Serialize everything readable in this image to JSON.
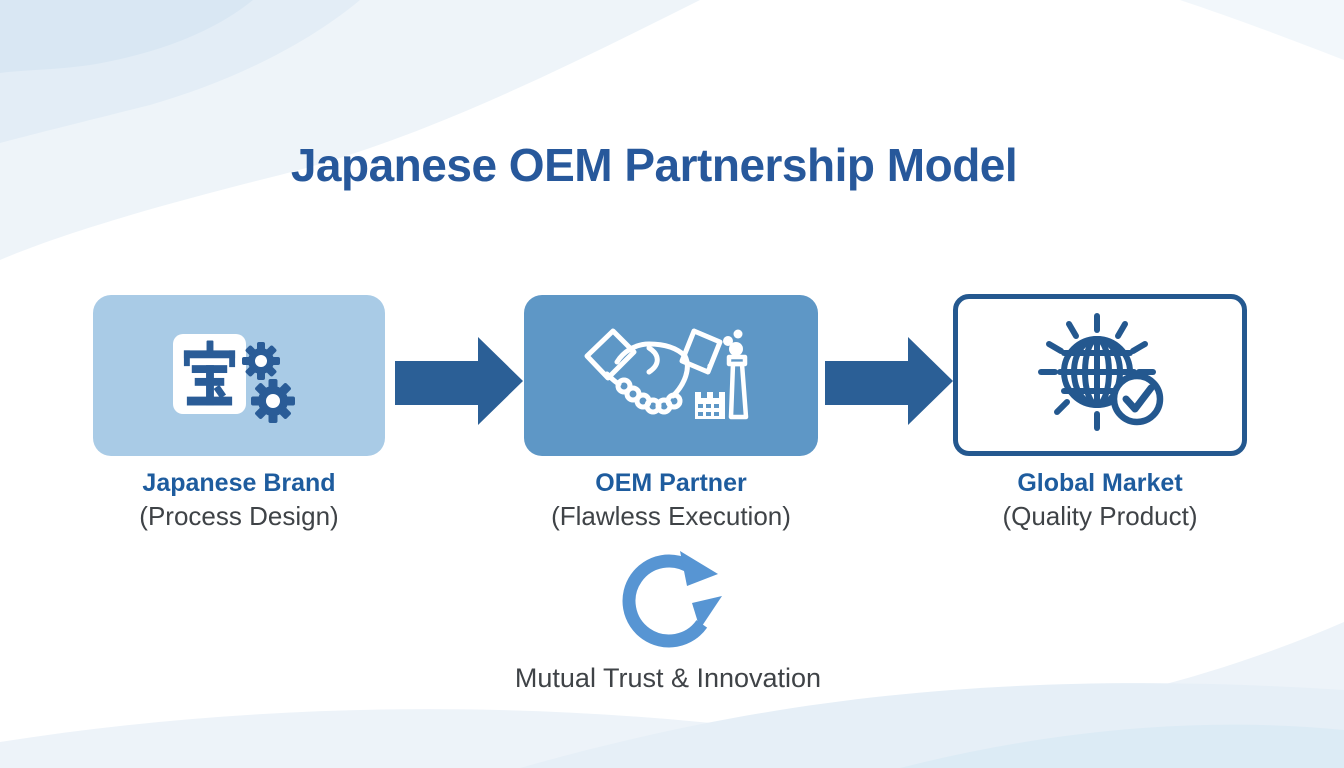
{
  "title": "Japanese OEM Partnership Model",
  "flow": {
    "nodes": [
      {
        "label": "Japanese Brand",
        "sublabel": "(Process Design)",
        "icon": "kanji-treasure-and-gears",
        "box_style": "light-blue-filled"
      },
      {
        "label": "OEM Partner",
        "sublabel": "(Flawless Execution)",
        "icon": "handshake-and-factory",
        "box_style": "mid-blue-filled"
      },
      {
        "label": "Global Market",
        "sublabel": "(Quality Product)",
        "icon": "globe-with-checkmark",
        "box_style": "white-outlined"
      }
    ],
    "connector_icon": "right-block-arrow"
  },
  "footer": {
    "icon": "cycle-arrows",
    "caption": "Mutual Trust & Innovation"
  },
  "colors": {
    "title_blue": "#27589b",
    "label_blue": "#1e5c9e",
    "text_gray": "#3f4347",
    "box_light_blue": "#a9cbe6",
    "box_mid_blue": "#5e97c6",
    "box_border_blue": "#24588f",
    "arrow_blue": "#2b5f96",
    "icon_dark_blue": "#2a5c97",
    "cycle_blue": "#5795d3",
    "wave_light_1": "#eef4f9",
    "wave_light_2": "#e3edf6",
    "wave_light_3": "#d9e7f3"
  }
}
